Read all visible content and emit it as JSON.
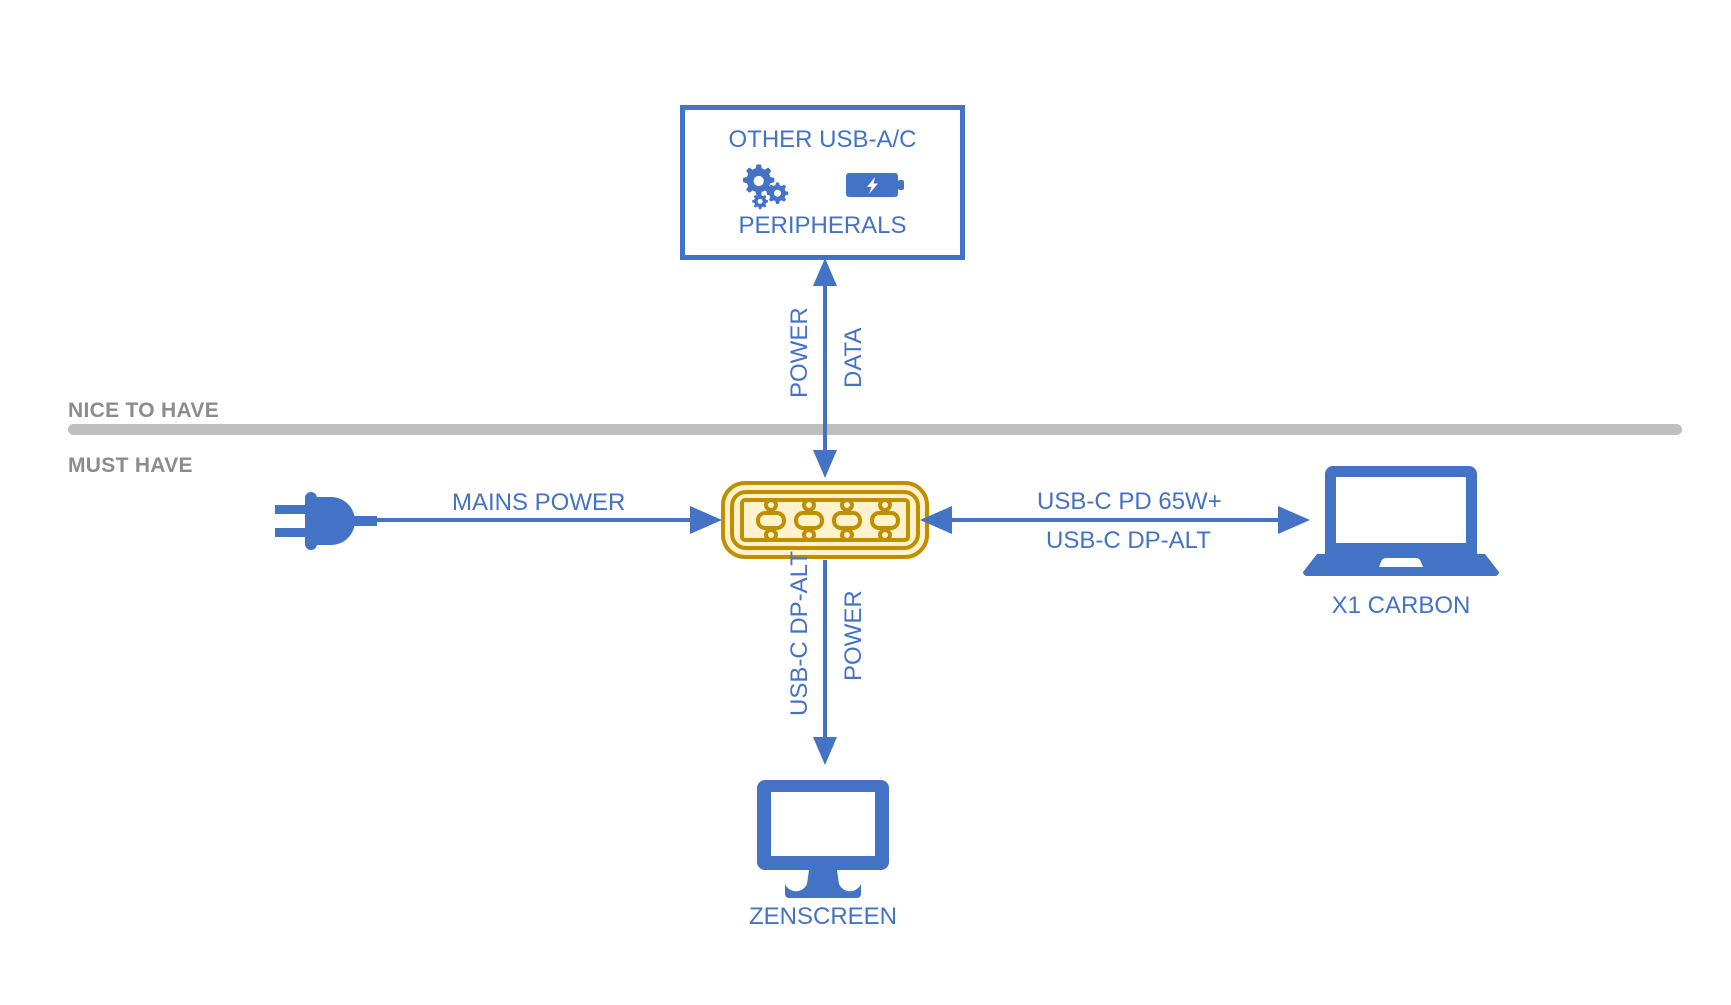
{
  "diagram": {
    "title": "Docking setup connectivity diagram",
    "colors": {
      "blue": "#4472c4",
      "gold_dark": "#bf8f00",
      "gold_light": "#fff2cc",
      "gray": "#bfbfbf",
      "gray_text": "#8c8c8c"
    },
    "tiers": [
      {
        "id": "nice-to-have",
        "label": "NICE TO HAVE"
      },
      {
        "id": "must-have",
        "label": "MUST HAVE"
      }
    ],
    "nodes": {
      "peripherals": {
        "title": "OTHER USB-A/C",
        "subtitle": "PERIPHERALS",
        "icons": [
          "gears-icon",
          "battery-charging-icon"
        ]
      },
      "dock": {
        "name": "docking-station",
        "socket_count": 4
      },
      "mains": {
        "name": "mains-plug"
      },
      "laptop": {
        "caption": "X1 CARBON"
      },
      "monitor": {
        "caption": "ZENSCREEN"
      }
    },
    "edges": {
      "mains_to_dock": {
        "label": "MAINS POWER",
        "direction": "right"
      },
      "dock_to_peripherals": {
        "label_left": "POWER",
        "label_right": "DATA",
        "direction": "both-vertical"
      },
      "dock_to_laptop": {
        "label_top": "USB-C PD 65W+",
        "label_bottom": "USB-C DP-ALT",
        "direction": "both-horizontal"
      },
      "dock_to_monitor": {
        "label_left": "USB-C DP-ALT",
        "label_right": "POWER",
        "direction": "down"
      }
    }
  }
}
